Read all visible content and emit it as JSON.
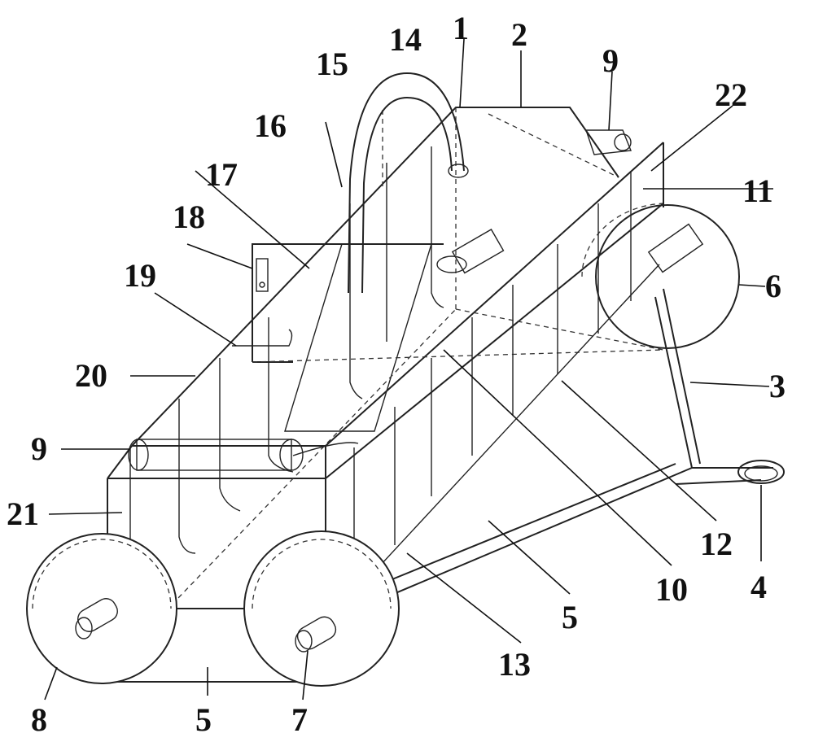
{
  "diagram": {
    "part_labels": [
      {
        "key": "1",
        "text": "1"
      },
      {
        "key": "2",
        "text": "2"
      },
      {
        "key": "9a",
        "text": "9"
      },
      {
        "key": "22",
        "text": "22"
      },
      {
        "key": "14",
        "text": "14"
      },
      {
        "key": "15",
        "text": "15"
      },
      {
        "key": "16",
        "text": "16"
      },
      {
        "key": "11",
        "text": "11"
      },
      {
        "key": "17",
        "text": "17"
      },
      {
        "key": "18",
        "text": "18"
      },
      {
        "key": "6",
        "text": "6"
      },
      {
        "key": "19",
        "text": "19"
      },
      {
        "key": "20",
        "text": "20"
      },
      {
        "key": "3",
        "text": "3"
      },
      {
        "key": "9b",
        "text": "9"
      },
      {
        "key": "21",
        "text": "21"
      },
      {
        "key": "12",
        "text": "12"
      },
      {
        "key": "4",
        "text": "4"
      },
      {
        "key": "10",
        "text": "10"
      },
      {
        "key": "5a",
        "text": "5"
      },
      {
        "key": "13",
        "text": "13"
      },
      {
        "key": "8",
        "text": "8"
      },
      {
        "key": "5b",
        "text": "5"
      },
      {
        "key": "7",
        "text": "7"
      }
    ]
  }
}
